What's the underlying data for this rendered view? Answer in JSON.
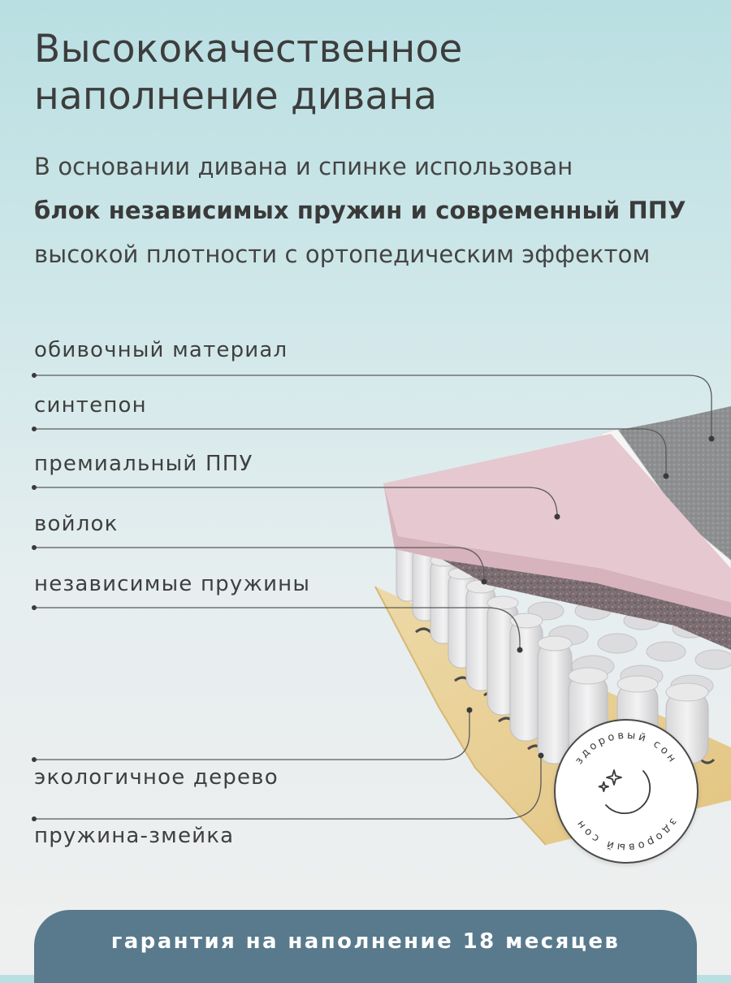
{
  "heading": {
    "line1": "Высококачественное",
    "line2": "наполнение дивана"
  },
  "description": {
    "line1": "В основании дивана и спинке использован",
    "line2": "блок независимых пружин и современный ППУ",
    "line3": "высокой плотности с ортопедическим эффектом"
  },
  "layers": [
    {
      "label": "обивочный материал"
    },
    {
      "label": "синтепон"
    },
    {
      "label": "премиальный ППУ"
    },
    {
      "label": "войлок"
    },
    {
      "label": "независимые пружины"
    },
    {
      "label": "экологичное дерево"
    },
    {
      "label": "пружина-змейка"
    }
  ],
  "badge": {
    "text_top": "здоровый сон",
    "text_bottom": "здоровый сон",
    "icon": "moon-stars-icon"
  },
  "guarantee": {
    "text": "гарантия на наполнение 18 месяцев"
  },
  "colors": {
    "accent_bar": "#587a8c",
    "foam_pink": "#e8cbd3",
    "upholstery_gray": "#8f9092",
    "wood": "#e9cf96"
  }
}
